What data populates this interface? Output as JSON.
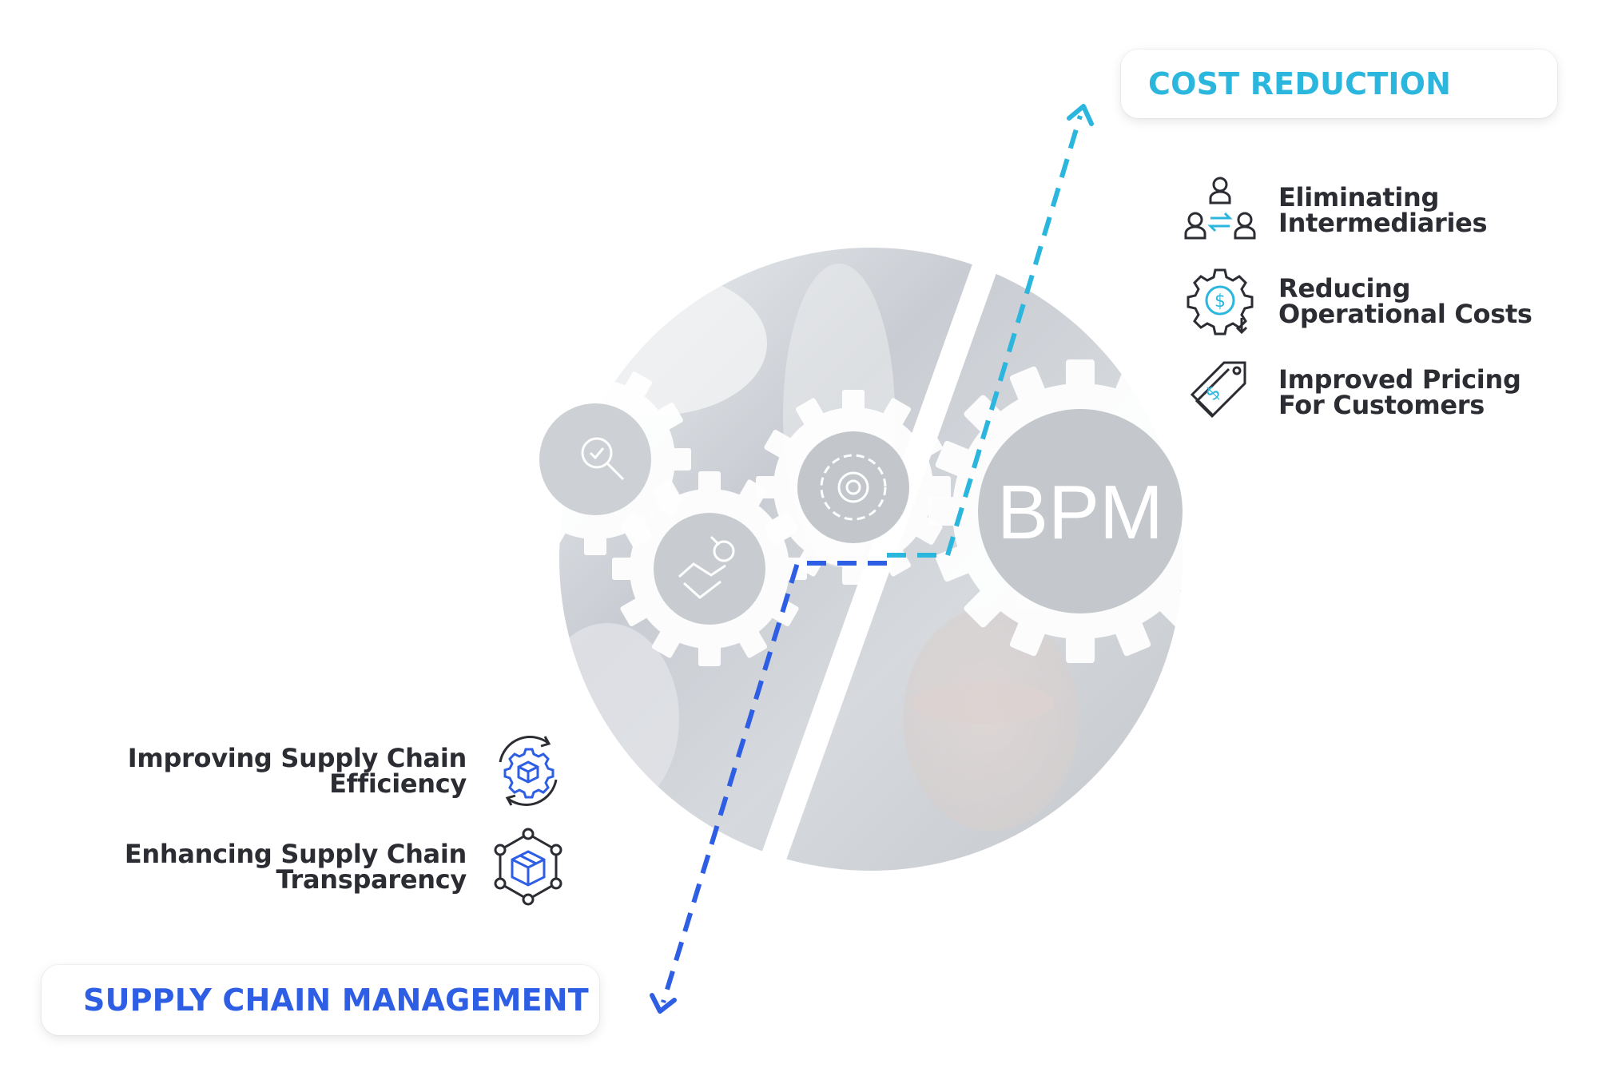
{
  "center": {
    "label": "BPM"
  },
  "cost_reduction": {
    "title": "COST REDUCTION",
    "color": "#2bb6dd",
    "items": [
      {
        "line1": "Eliminating",
        "line2": "Intermediaries",
        "icon": "people-exchange-icon"
      },
      {
        "line1": "Reducing",
        "line2": "Operational Costs",
        "icon": "gear-dollar-icon"
      },
      {
        "line1": "Improved Pricing",
        "line2": "For Customers",
        "icon": "price-tag-icon"
      }
    ]
  },
  "supply_chain": {
    "title": "SUPPLY CHAIN MANAGEMENT",
    "color": "#2e5ee3",
    "items": [
      {
        "line1": "Improving Supply Chain",
        "line2": "Efficiency",
        "icon": "gear-box-cycle-icon"
      },
      {
        "line1": "Enhancing Supply Chain",
        "line2": "Transparency",
        "icon": "box-network-icon"
      }
    ]
  },
  "text_color": "#2b2d33"
}
